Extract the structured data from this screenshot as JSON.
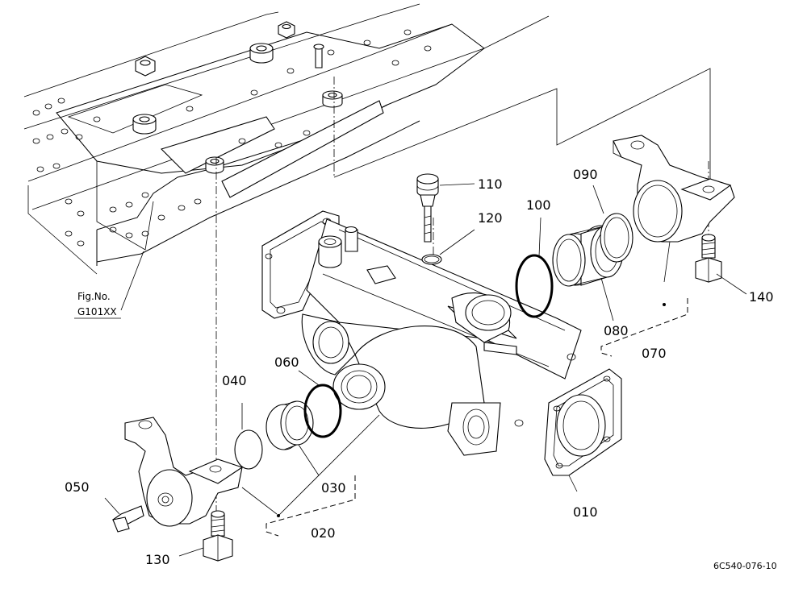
{
  "diagram": {
    "reference_label": {
      "line1": "Fig.No.",
      "line2": "G101XX"
    },
    "drawing_number": "6C540-076-10",
    "part_callouts": {
      "p010": "010",
      "p020": "020",
      "p030": "030",
      "p040": "040",
      "p050": "050",
      "p060": "060",
      "p070": "070",
      "p080": "080",
      "p090": "090",
      "p100": "100",
      "p110": "110",
      "p120": "120",
      "p130": "130",
      "p140": "140"
    }
  }
}
